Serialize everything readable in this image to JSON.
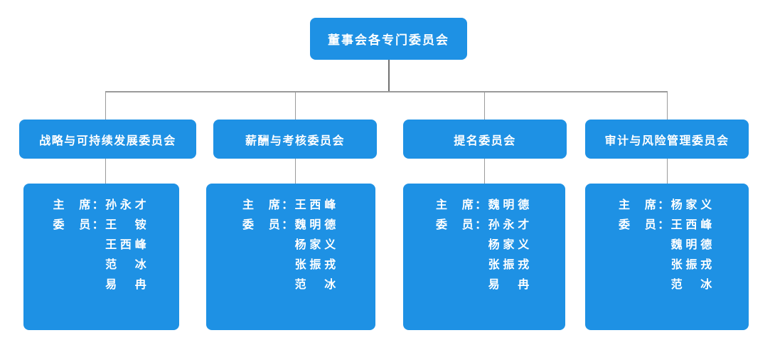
{
  "diagram_title": "董事会各专门委员会",
  "labels": {
    "chair": "主　席：",
    "member": "委　员："
  },
  "committees": [
    {
      "title": "战略与可持续发展委员会",
      "chair": "孙永才",
      "members": [
        "王　铵",
        "王西峰",
        "范　冰",
        "易　冉"
      ]
    },
    {
      "title": "薪酬与考核委员会",
      "chair": "王西峰",
      "members": [
        "魏明德",
        "杨家义",
        "张振戎",
        "范　冰"
      ]
    },
    {
      "title": "提名委员会",
      "chair": "魏明德",
      "members": [
        "孙永才",
        "杨家义",
        "张振戎",
        "易　冉"
      ]
    },
    {
      "title": "审计与风险管理委员会",
      "chair": "杨家义",
      "members": [
        "王西峰",
        "魏明德",
        "张振戎",
        "范　冰"
      ]
    }
  ],
  "colors": {
    "node_fill": "#1E91E4",
    "node_text": "#FFFFFF",
    "connector": "#9A9A9A",
    "background": "#FFFFFF"
  }
}
